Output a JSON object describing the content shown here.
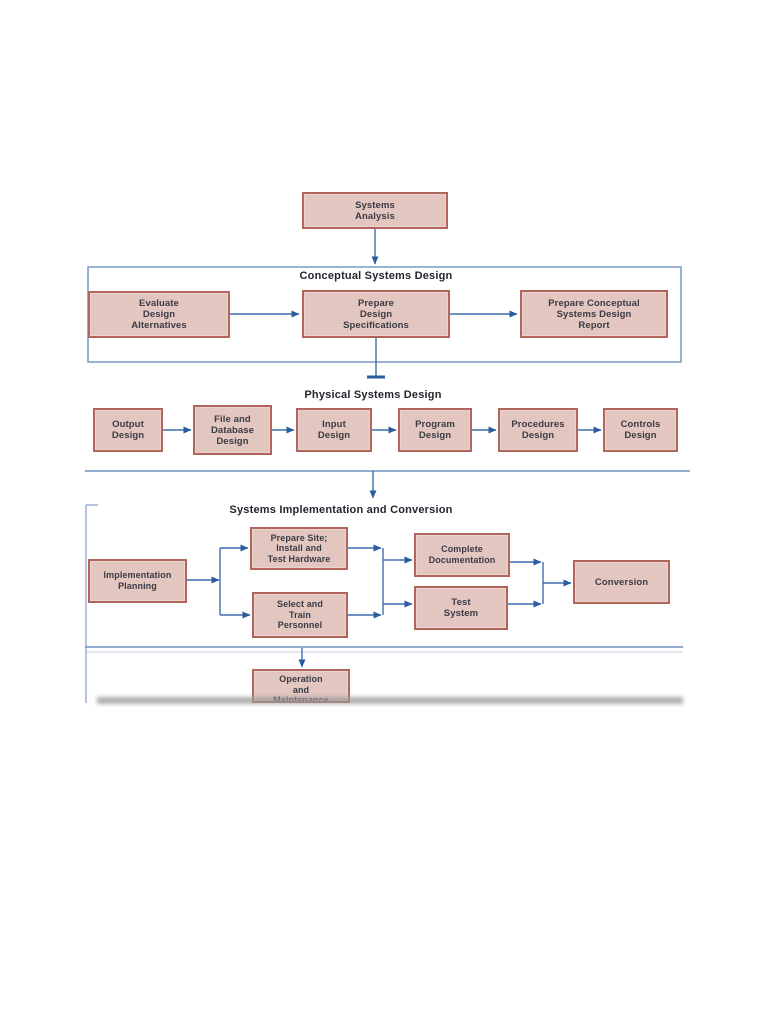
{
  "diagram": {
    "name": "Systems Development Life Cycle flowchart",
    "colors": {
      "box_fill": "#e3c6c0",
      "box_border": "#b2655a",
      "connector_blue": "#3d6fad",
      "arrowhead_blue": "#2b5d9e",
      "section_line_blue": "#6f92c0",
      "title_text": "#24262e",
      "node_text": "#3a3b44"
    },
    "sections": {
      "conceptual": {
        "title": "Conceptual Systems Design"
      },
      "physical": {
        "title": "Physical Systems Design"
      },
      "implementation": {
        "title": "Systems Implementation and Conversion"
      }
    },
    "nodes": {
      "systems_analysis": {
        "label": "Systems\nAnalysis"
      },
      "evaluate_alternatives": {
        "label": "Evaluate\nDesign\nAlternatives"
      },
      "prepare_specs": {
        "label": "Prepare\nDesign\nSpecifications"
      },
      "conceptual_report": {
        "label": "Prepare Conceptual\nSystems Design\nReport"
      },
      "output_design": {
        "label": "Output\nDesign"
      },
      "file_database_design": {
        "label": "File and\nDatabase\nDesign"
      },
      "input_design": {
        "label": "Input\nDesign"
      },
      "program_design": {
        "label": "Program\nDesign"
      },
      "procedures_design": {
        "label": "Procedures\nDesign"
      },
      "controls_design": {
        "label": "Controls\nDesign"
      },
      "implementation_planning": {
        "label": "Implementation\nPlanning"
      },
      "prepare_site": {
        "label": "Prepare Site;\nInstall and\nTest Hardware"
      },
      "select_train": {
        "label": "Select and\nTrain\nPersonnel"
      },
      "complete_documentation": {
        "label": "Complete\nDocumentation"
      },
      "test_system": {
        "label": "Test\nSystem"
      },
      "conversion": {
        "label": "Conversion"
      },
      "operation_maintenance": {
        "label": "Operation\nand\nMaintenance"
      }
    }
  }
}
